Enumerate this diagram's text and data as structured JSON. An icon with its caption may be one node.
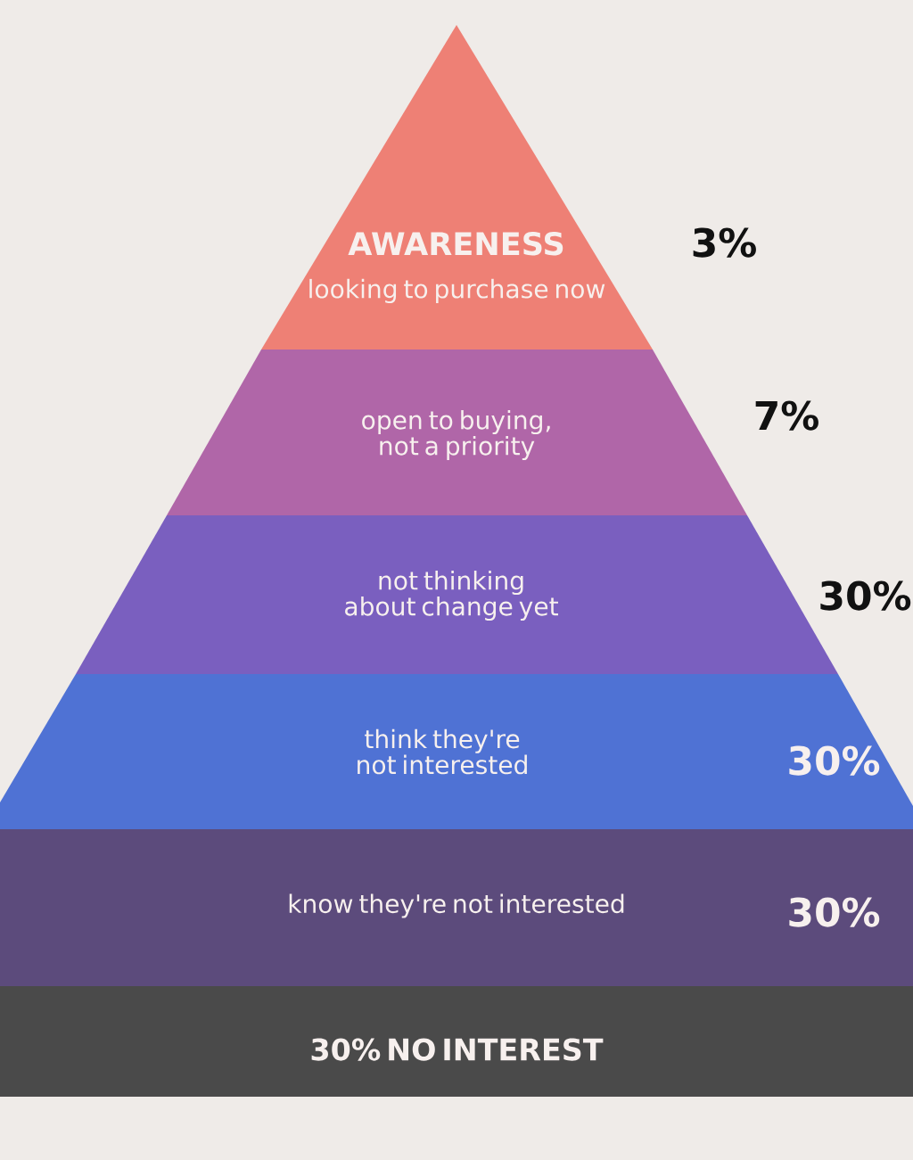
{
  "diagram": {
    "nodes": [
      {
        "text": [
          "AWARENESS",
          "looking to purchase now"
        ],
        "beside": [
          "3%"
        ]
      },
      {
        "text": [
          "open to buying, not a priority"
        ],
        "beside": [
          "7%"
        ]
      },
      {
        "text": [
          "not thinking about change yet"
        ],
        "beside": [
          "30%"
        ]
      },
      {
        "text": [
          "think they're not interested",
          "30%"
        ]
      },
      {
        "text": [
          "know they're not interested",
          "30%"
        ]
      },
      {
        "text": [
          "30% NO INTEREST"
        ]
      }
    ]
  }
}
